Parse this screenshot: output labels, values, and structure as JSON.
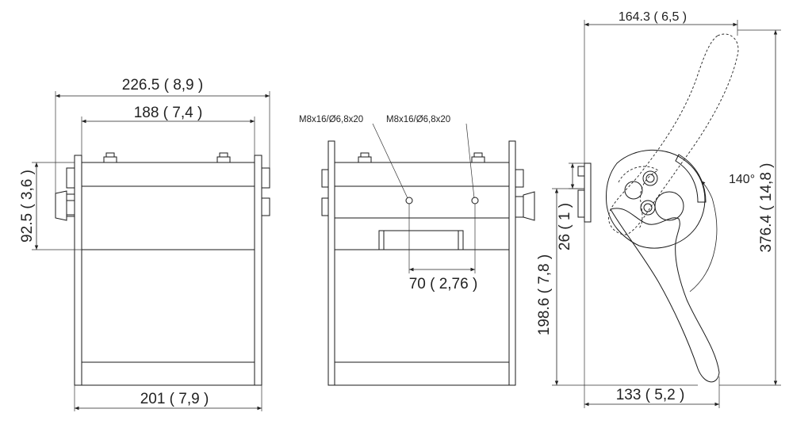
{
  "left_view": {
    "overall_width": "226.5 ( 8,9 )",
    "inner_width": "188 ( 7,4 )",
    "base_width": "201 ( 7,9 )",
    "height": "92.5 ( 3,6 )"
  },
  "middle_view": {
    "screw_label_left": "M8x16/Ø6,8x20",
    "screw_label_right": "M8x16/Ø6,8x20",
    "hole_spacing": "70 ( 2,76 )"
  },
  "right_view": {
    "top_width": "164.3 ( 6,5 )",
    "total_height": "376.4 ( 14,8 )",
    "lower_height": "198.6 ( 7,8 )",
    "offset": "26 ( 1 )",
    "base_width": "133 ( 5,2 )",
    "angle": "140°"
  }
}
